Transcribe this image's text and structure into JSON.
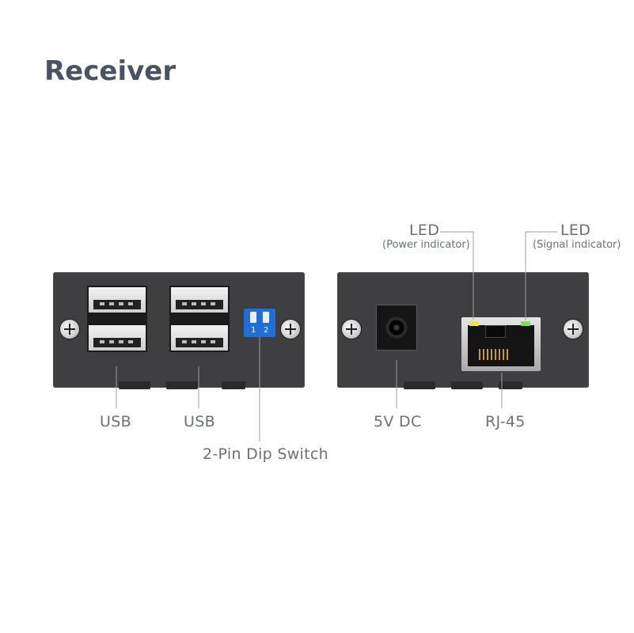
{
  "title": "Receiver",
  "labels": {
    "usb_1": "USB",
    "usb_2": "USB",
    "dip_switch": "2-Pin Dip Switch",
    "dc": "5V DC",
    "rj45": "RJ-45",
    "led_power": "LED",
    "led_power_sub": "(Power indicator)",
    "led_signal": "LED",
    "led_signal_sub": "(Signal indicator)"
  },
  "dip": {
    "pin1": "1",
    "pin2": "2"
  },
  "colors": {
    "panel": "#3f3f42",
    "dip_switch": "#1f6fd6",
    "led_power": "#f2e24a",
    "led_signal": "#7fe05a",
    "text": "#6b7078",
    "title": "#4a5361"
  }
}
